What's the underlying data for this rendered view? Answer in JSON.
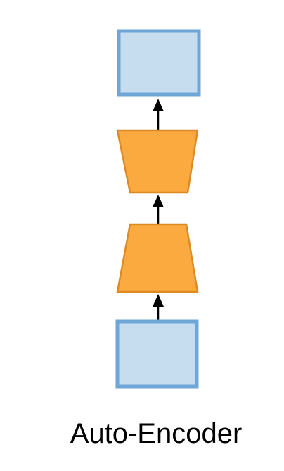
{
  "diagram": {
    "caption": "Auto-Encoder",
    "layers": [
      {
        "id": "output",
        "kind": "data-box"
      },
      {
        "id": "decoder",
        "kind": "expanding-trapezoid"
      },
      {
        "id": "encoder",
        "kind": "contracting-trapezoid"
      },
      {
        "id": "input",
        "kind": "data-box"
      }
    ],
    "colors": {
      "box_fill": "#c6dcef",
      "box_stroke": "#6ea6d8",
      "trapezoid_fill": "#fbaa3f",
      "trapezoid_stroke": "#dd8a24",
      "arrow": "#000000",
      "text": "#000000"
    }
  }
}
